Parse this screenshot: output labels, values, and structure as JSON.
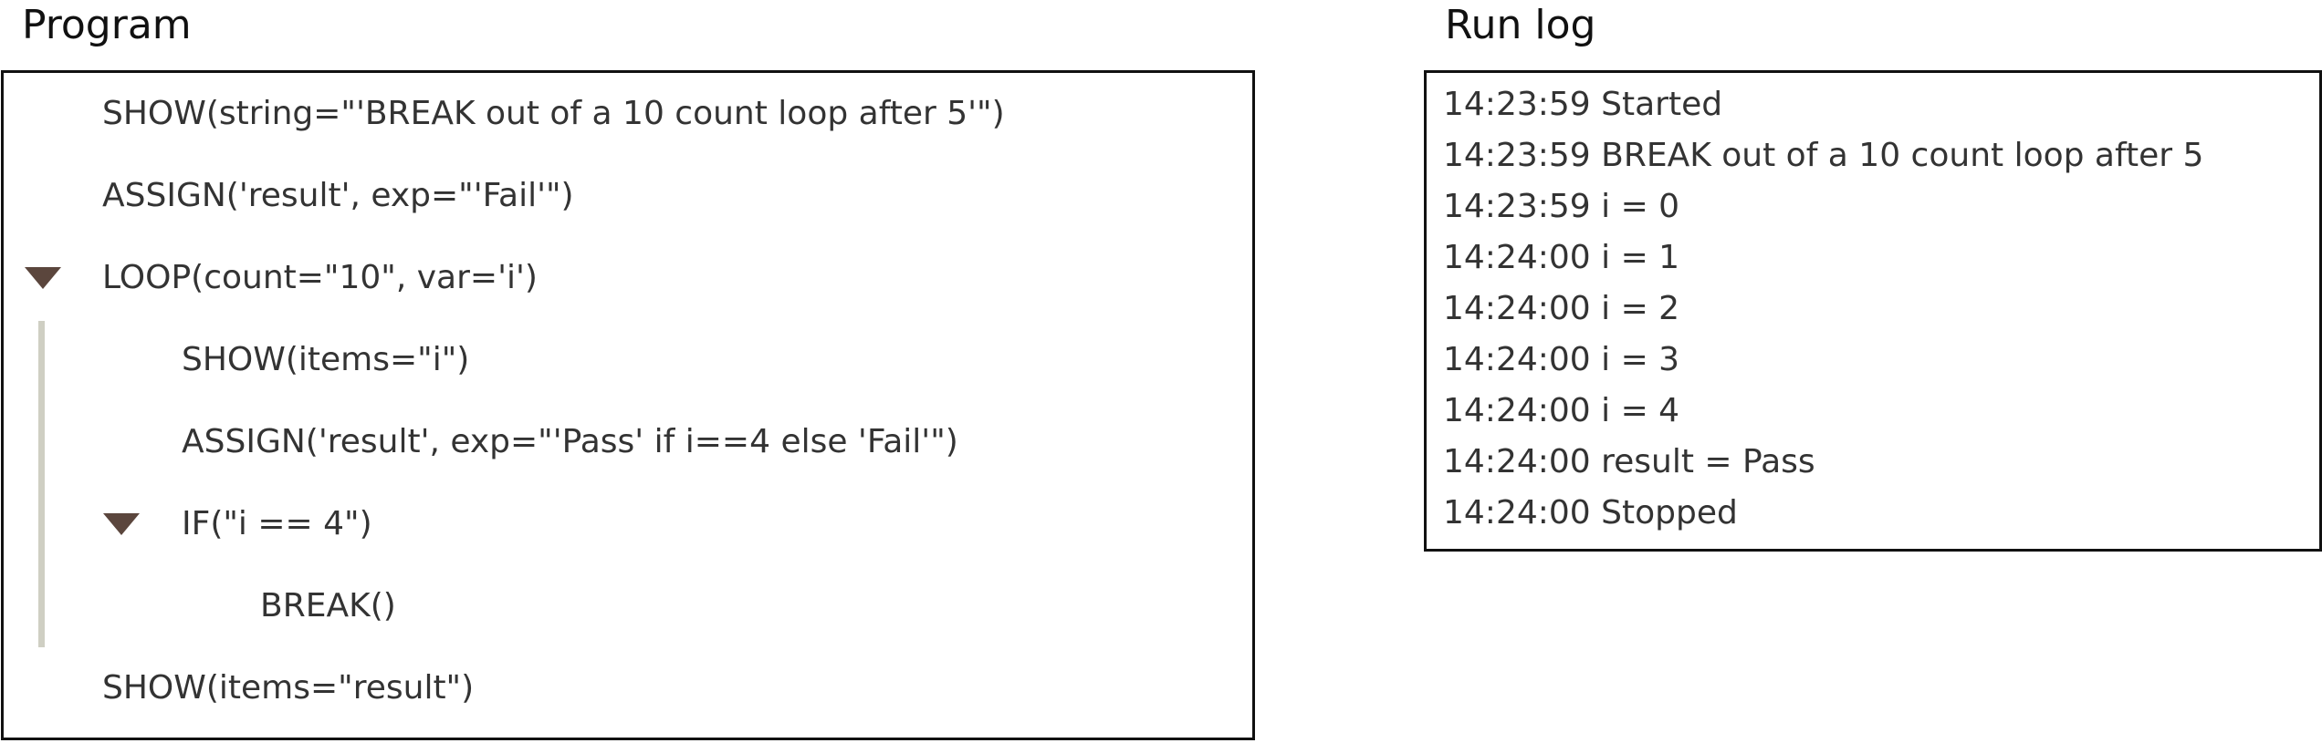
{
  "program": {
    "title": "Program",
    "lines": [
      "SHOW(string=\"'BREAK out of a 10 count loop after 5'\")",
      "ASSIGN('result', exp=\"'Fail'\")",
      "LOOP(count=\"10\", var='i')",
      "SHOW(items=\"i\")",
      "ASSIGN('result', exp=\"'Pass' if i==4 else 'Fail'\")",
      "IF(\"i == 4\")",
      "BREAK()",
      "SHOW(items=\"result\")"
    ]
  },
  "run_log": {
    "title": "Run log",
    "lines": [
      "14:23:59 Started",
      "14:23:59 BREAK out of a 10 count loop after 5",
      "14:23:59 i = 0",
      "14:24:00 i = 1",
      "14:24:00 i = 2",
      "14:24:00 i = 3",
      "14:24:00 i = 4",
      "14:24:00 result = Pass",
      "14:24:00 Stopped"
    ]
  },
  "colors": {
    "toggle": "#5b463d",
    "guide": "#cfcfc3",
    "border": "#111111"
  }
}
